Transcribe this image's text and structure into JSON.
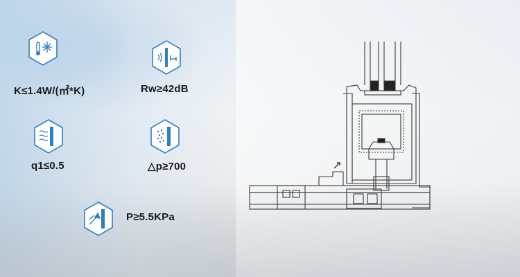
{
  "specs": [
    {
      "id": "thermal",
      "icon": "thermal-insulation-icon",
      "label": "K≤1.4W/(㎡*K)"
    },
    {
      "id": "acoustic",
      "icon": "sound-insulation-icon",
      "label": "Rw≥42dB"
    },
    {
      "id": "airtight",
      "icon": "air-tightness-icon",
      "label": "q1≤0.5"
    },
    {
      "id": "watertight",
      "icon": "water-tightness-icon",
      "label": "△p≥700"
    },
    {
      "id": "windload",
      "icon": "wind-pressure-icon",
      "label": "P≥5.5KPa"
    }
  ],
  "colors": {
    "accent": "#2f7fc3",
    "text": "#1a1a1a",
    "drawing": "#3a3a3a"
  }
}
